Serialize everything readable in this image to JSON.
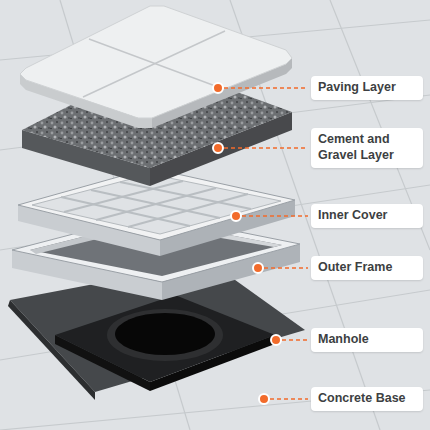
{
  "diagram": {
    "labels": [
      "Paving Layer",
      "Cement and Gravel Layer",
      "Inner Cover",
      "Outer Frame",
      "Manhole",
      "Concrete Base"
    ]
  }
}
